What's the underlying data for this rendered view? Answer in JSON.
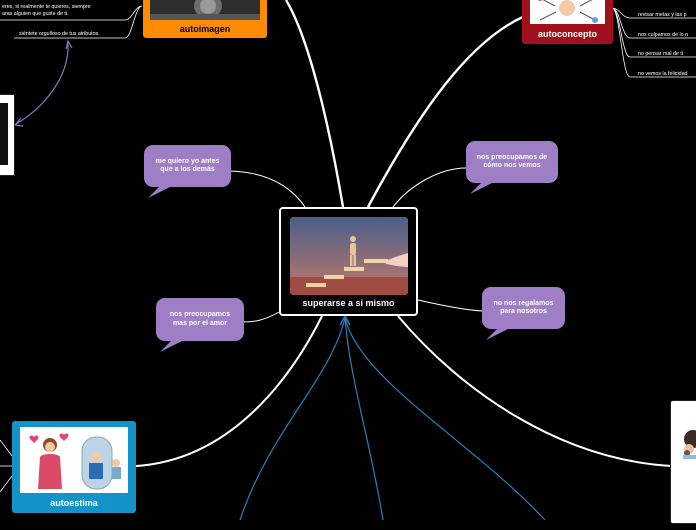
{
  "central": {
    "label": "superarse a si mismo"
  },
  "bubbles": [
    {
      "id": "me-quiero",
      "text": "me quiero yo antes que a los demás"
    },
    {
      "id": "nos-preocupamos-mas",
      "text": "nos preocupamos mas por el amor"
    },
    {
      "id": "como-nos-vemos",
      "text": "nos preocupamos de cómo nos vemos"
    },
    {
      "id": "no-nos-regalamos",
      "text": "no nos regalamos para nosotros"
    }
  ],
  "cards": {
    "autoimagen": {
      "label": "autoimagen",
      "color": "#ff8c00"
    },
    "autoconcepto": {
      "label": "autoconcepto",
      "color": "#a0111d"
    },
    "autoestima": {
      "label": "autoestima",
      "color": "#1294c8"
    }
  },
  "notes_left": [
    "eres, si realmente te quieres, siempre",
    "aras alguien que guste de ti.",
    "siéntete orgulloso de tus atributos."
  ],
  "notes_right": [
    "revisar metas y las p",
    "nos culpamos de lo n",
    "no pensar mal de ti",
    "no vemos la felicidad"
  ],
  "colors": {
    "background": "#000000",
    "bubble": "#9e7ec4",
    "connector_white": "#ffffff",
    "connector_blue": "#2a7fb8",
    "connector_purple": "#8a72c0"
  }
}
